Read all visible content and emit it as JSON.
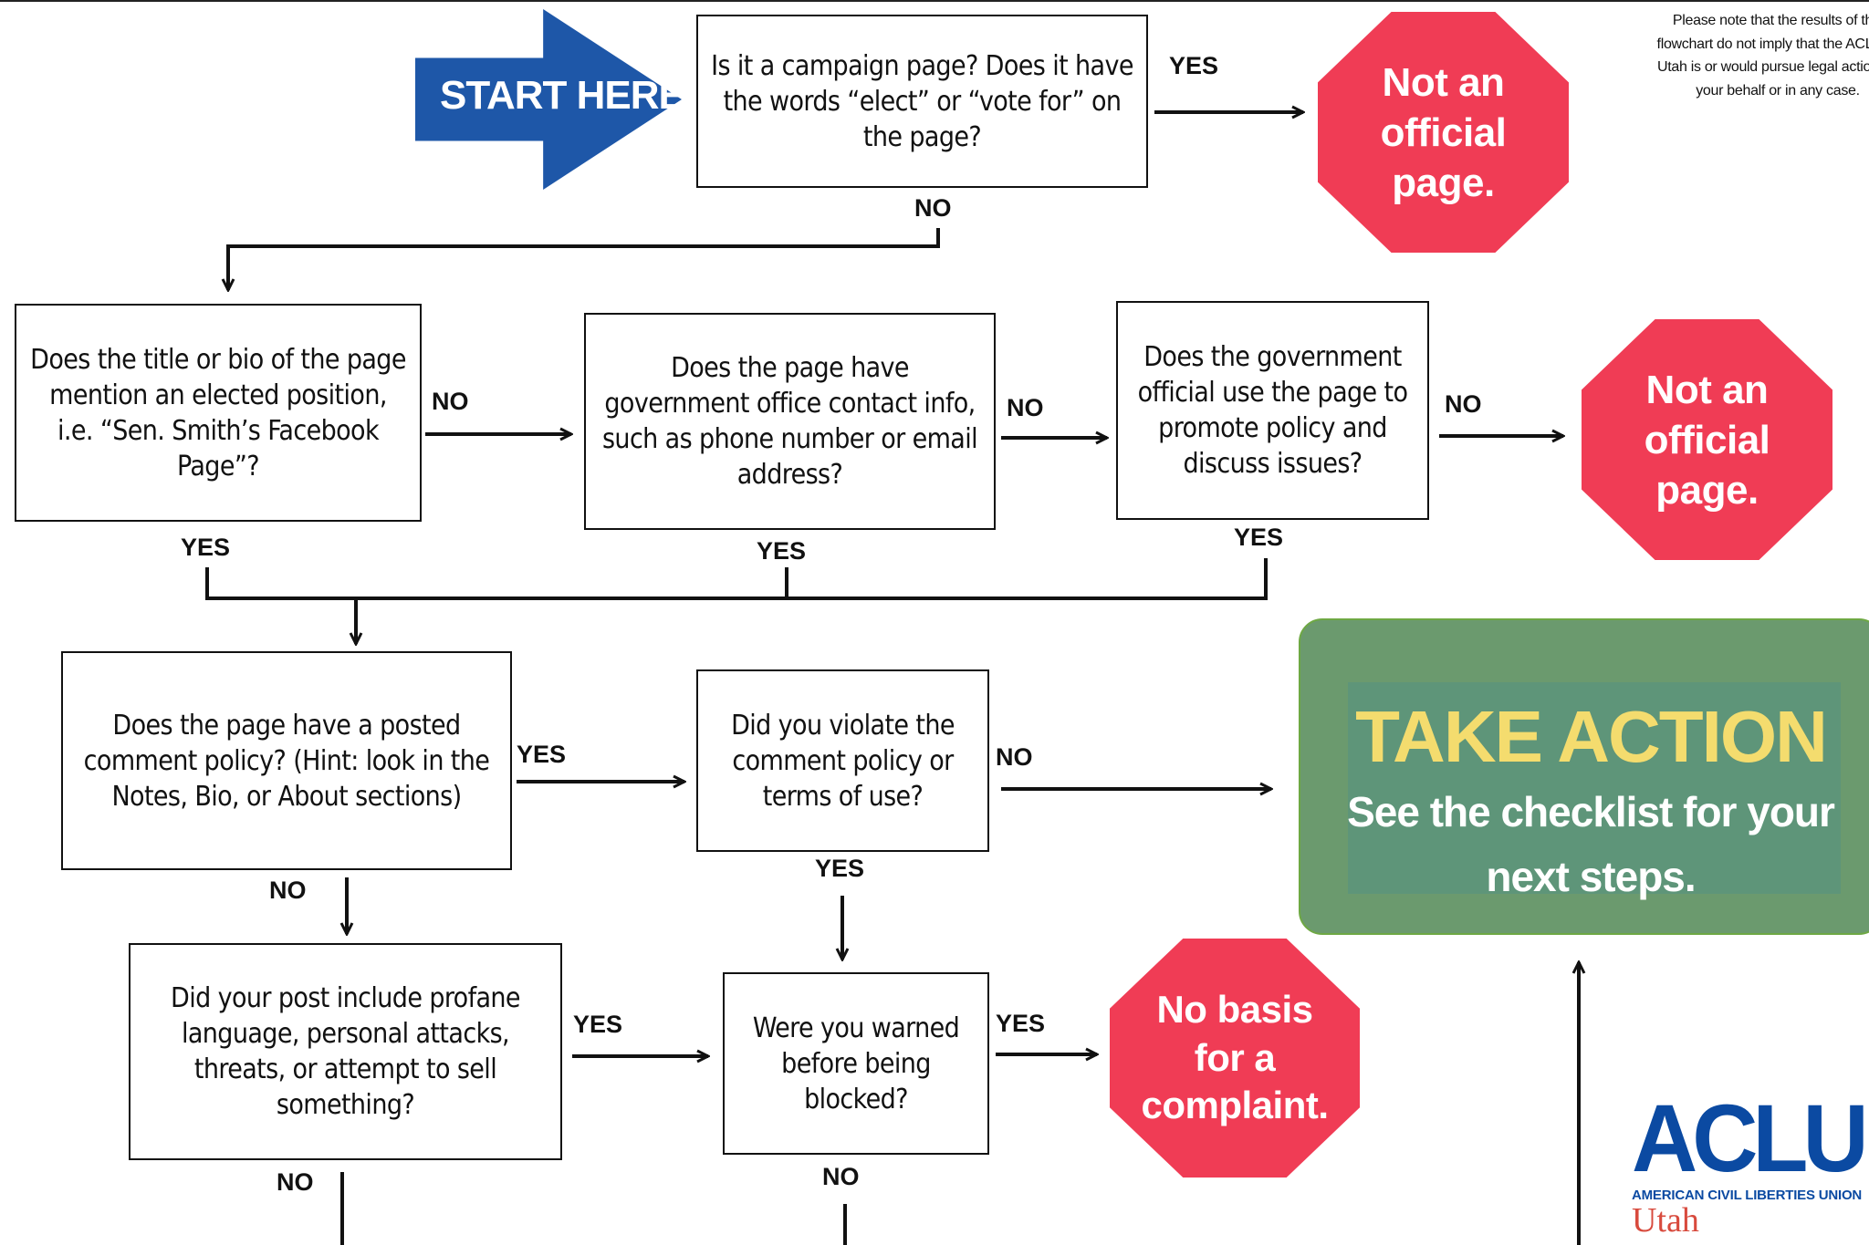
{
  "start": {
    "label": "START HERE"
  },
  "questions": {
    "q1": "Is it a campaign page? Does it have the words “elect” or “vote for” on the page?",
    "q2": "Does the title or bio of the page mention an elected position, i.e. “Sen. Smith’s Facebook Page”?",
    "q3": "Does the page have government office contact info, such as phone number or email address?",
    "q4": "Does the government official use the page to promote policy and discuss issues?",
    "q5": "Does the page have a posted comment policy? (Hint: look in the Notes, Bio, or About sections)",
    "q6": "Did you violate the comment policy or terms of use?",
    "q7": "Did your post include profane language, personal attacks, threats, or attempt to sell something?",
    "q8": "Were you warned before being blocked?"
  },
  "answers": {
    "yes": "YES",
    "no": "NO"
  },
  "stops": {
    "not_official": "Not an official page.",
    "no_basis": "No basis for a complaint."
  },
  "take_action": {
    "title": "TAKE ACTION",
    "subtitle": "See the checklist for your next steps."
  },
  "disclaimer": "Please note that the results of this flowchart do not imply that the ACLU of Utah is or would pursue legal action on your behalf or in any case.",
  "logo": {
    "main": "ACLU",
    "sub": "AMERICAN CIVIL LIBERTIES UNION",
    "state": "Utah"
  },
  "colors": {
    "stop_red": "#f03c55",
    "start_blue": "#1e57a8",
    "action_green": "#6b9a6e",
    "action_yellow": "#f4dc6e",
    "logo_blue": "#0b4aa2",
    "logo_red": "#d84a3d"
  }
}
